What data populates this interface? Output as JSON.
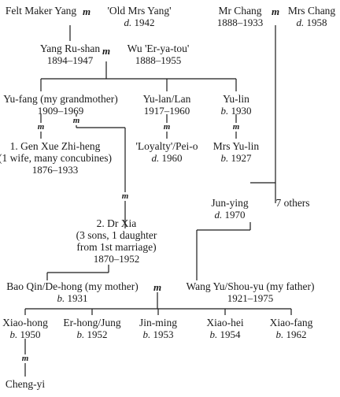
{
  "marriage_symbol": "m",
  "people": {
    "felt_maker_yang": {
      "name": "Felt Maker Yang",
      "dates_prefix": "",
      "dates": ""
    },
    "old_mrs_yang": {
      "name": "'Old Mrs Yang'",
      "dates_prefix": "d.",
      "dates": "1942"
    },
    "mr_chang": {
      "name": "Mr Chang",
      "dates_prefix": "",
      "dates": "1888–1933"
    },
    "mrs_chang": {
      "name": "Mrs Chang",
      "dates_prefix": "d.",
      "dates": "1958"
    },
    "yang_ru_shan": {
      "name": "Yang Ru-shan",
      "dates_prefix": "",
      "dates": "1894–1947"
    },
    "wu_er_ya_tou": {
      "name": "Wu 'Er-ya-tou'",
      "dates_prefix": "",
      "dates": "1888–1955"
    },
    "yu_fang": {
      "name": "Yu-fang  (my grandmother)",
      "dates_prefix": "",
      "dates": "1909–1969"
    },
    "yu_lan": {
      "name": "Yu-lan/Lan",
      "dates_prefix": "",
      "dates": "1917–1960"
    },
    "yu_lin": {
      "name": "Yu-lin",
      "dates_prefix": "b.",
      "dates": "1930"
    },
    "gen_xue": {
      "name": "1. Gen Xue Zhi-heng",
      "note": "(1 wife, many concubines)",
      "dates_prefix": "",
      "dates": "1876–1933"
    },
    "loyalty": {
      "name": "'Loyalty'/Pei-o",
      "dates_prefix": "d.",
      "dates": "1960"
    },
    "mrs_yu_lin": {
      "name": "Mrs Yu-lin",
      "dates_prefix": "b.",
      "dates": "1927"
    },
    "jun_ying": {
      "name": "Jun-ying",
      "dates_prefix": "d.",
      "dates": "1970"
    },
    "seven_others": {
      "name": "7 others"
    },
    "dr_xia": {
      "name": "2. Dr Xia",
      "note1": "(3 sons, 1 daughter",
      "note2": "from 1st marriage)",
      "dates_prefix": "",
      "dates": "1870–1952"
    },
    "bao_qin": {
      "name": "Bao Qin/De-hong (my mother)",
      "dates_prefix": "b.",
      "dates": "1931"
    },
    "wang_yu": {
      "name": "Wang Yu/Shou-yu (my father)",
      "dates_prefix": "",
      "dates": "1921–1975"
    },
    "xiao_hong": {
      "name": "Xiao-hong",
      "dates_prefix": "b.",
      "dates": "1950"
    },
    "er_hong": {
      "name": "Er-hong/Jung",
      "dates_prefix": "b.",
      "dates": "1952"
    },
    "jin_ming": {
      "name": "Jin-ming",
      "dates_prefix": "b.",
      "dates": "1953"
    },
    "xiao_hei": {
      "name": "Xiao-hei",
      "dates_prefix": "b.",
      "dates": "1954"
    },
    "xiao_fang": {
      "name": "Xiao-fang",
      "dates_prefix": "b.",
      "dates": "1962"
    },
    "cheng_yi": {
      "name": "Cheng-yi"
    }
  }
}
